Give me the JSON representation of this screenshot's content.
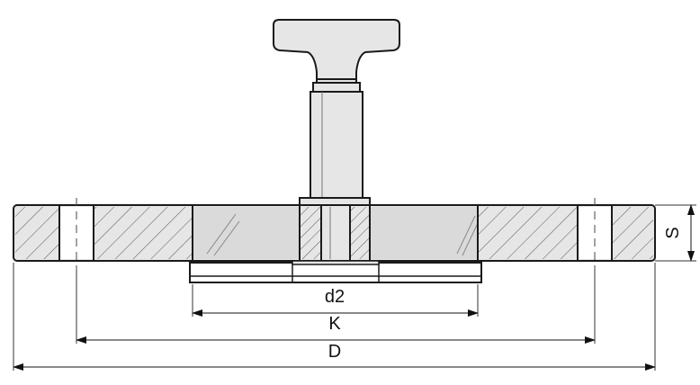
{
  "labels": {
    "d2": "d2",
    "k": "K",
    "d": "D",
    "s": "S"
  },
  "colors": {
    "stroke": "#1a1a1a",
    "hatch": "#555555",
    "flange_fill": "#e6e6e6",
    "glass_fill": "#dadada",
    "background": "#ffffff"
  }
}
